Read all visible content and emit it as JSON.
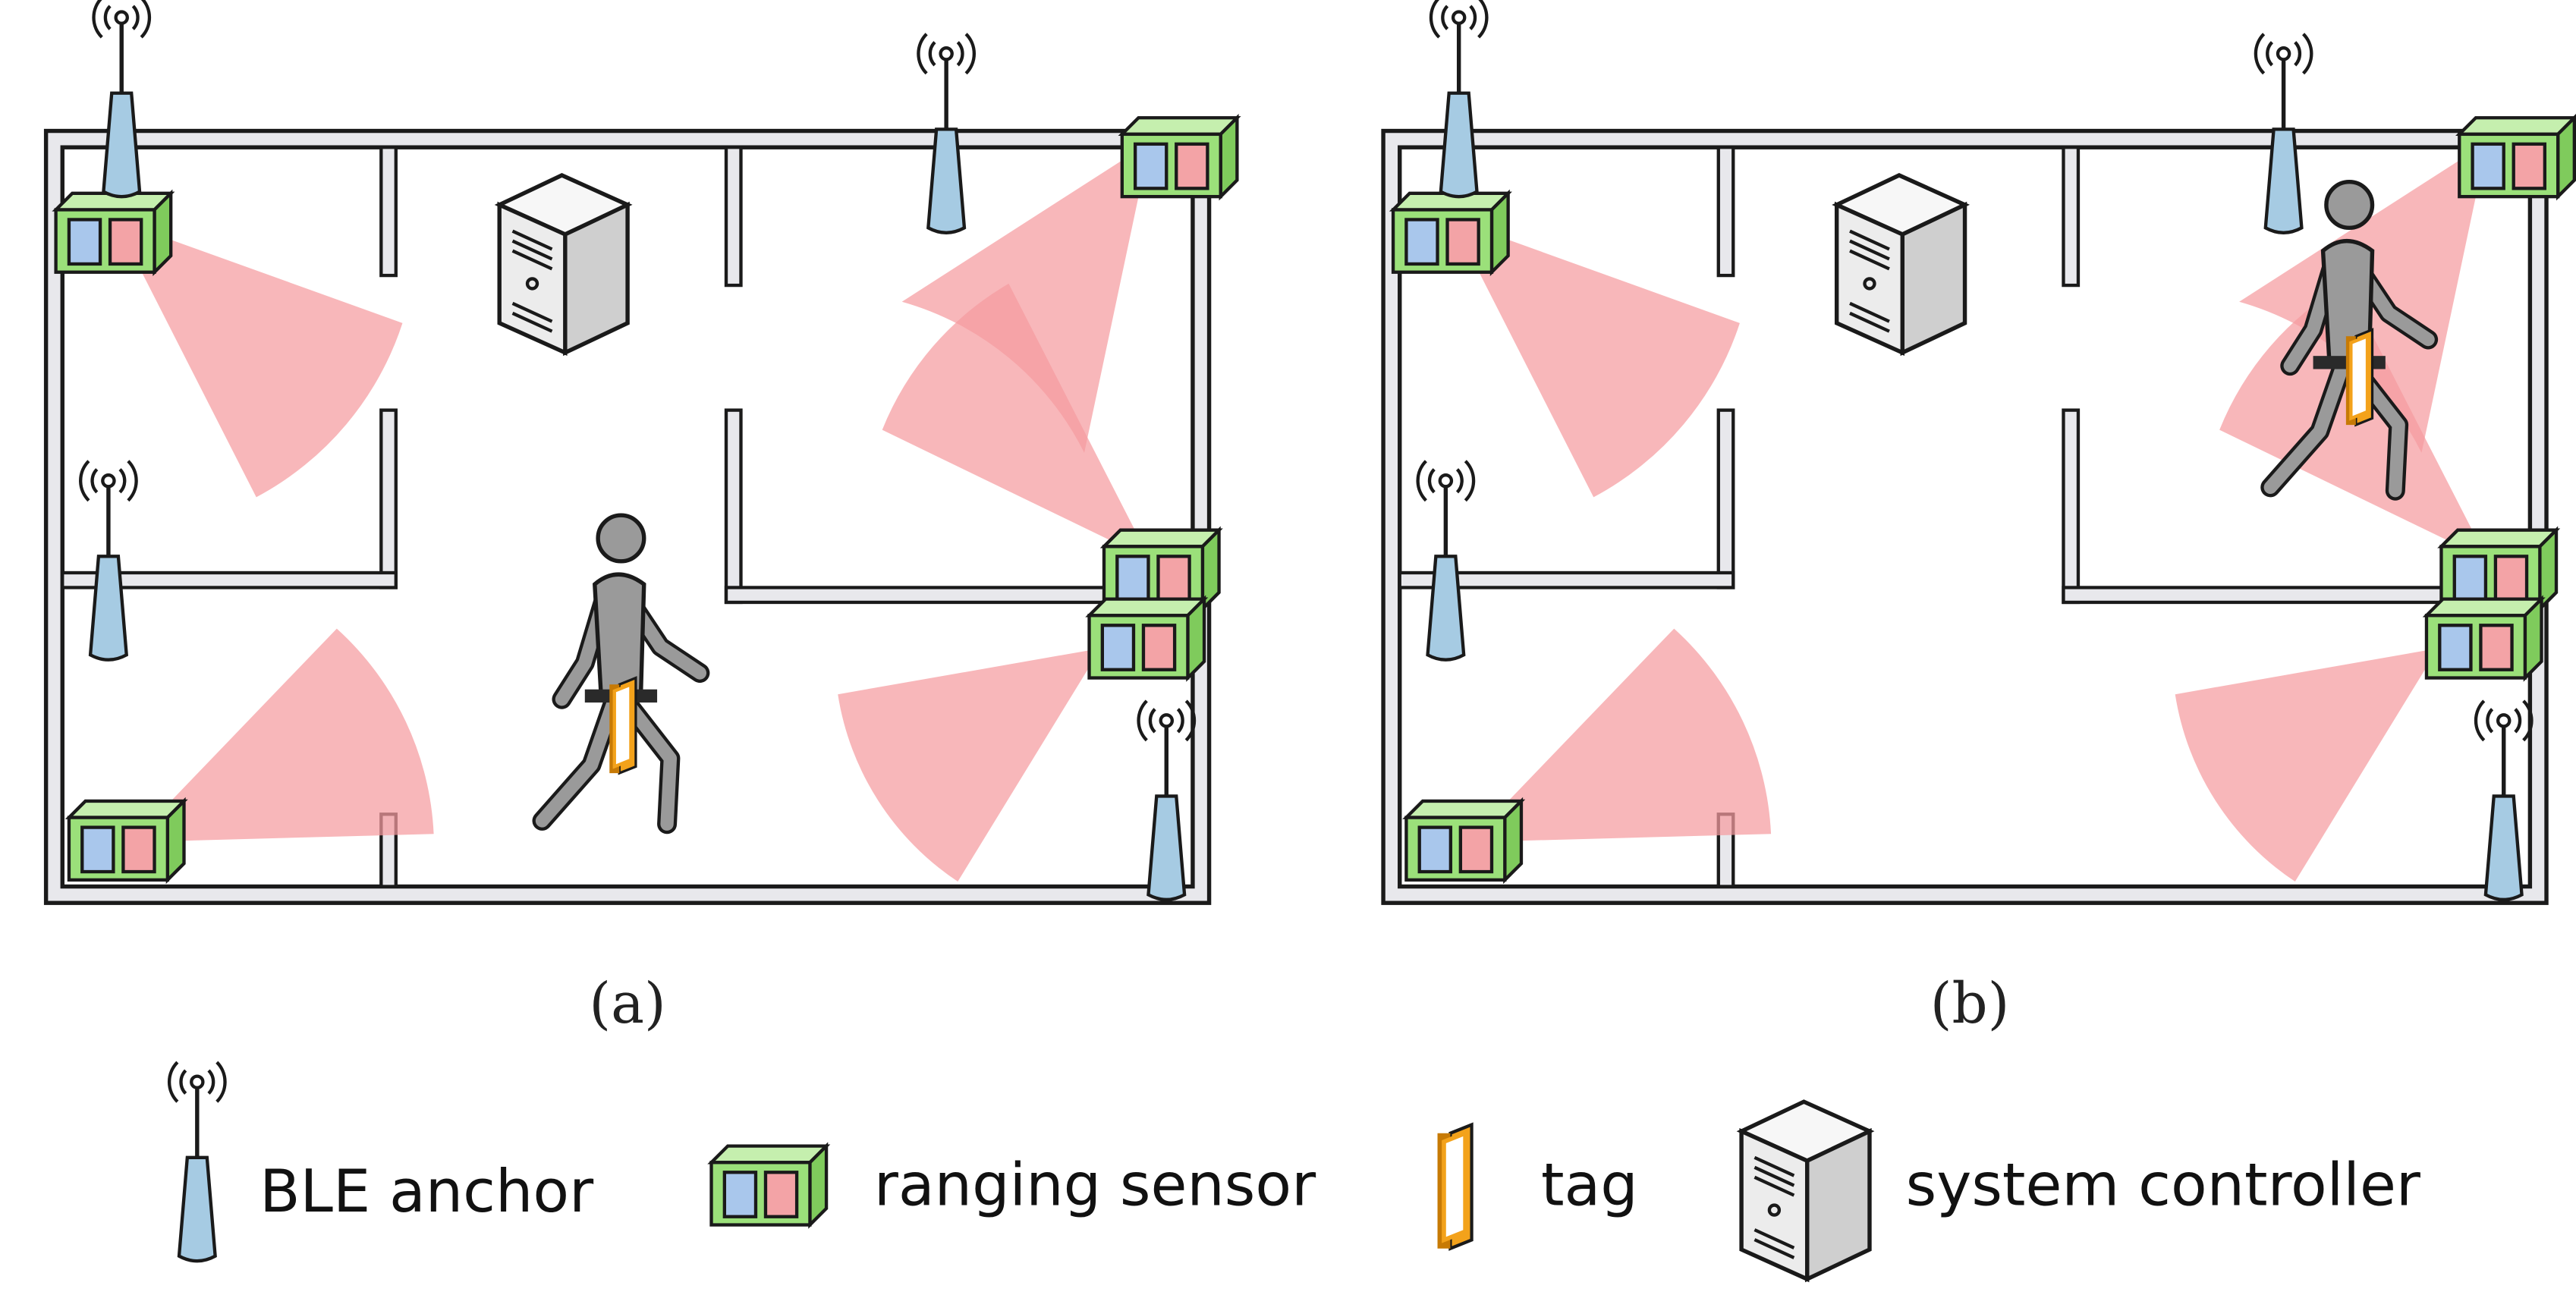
{
  "panels": [
    {
      "caption": "(a)"
    },
    {
      "caption": "(b)"
    }
  ],
  "legend": {
    "anchor_label": "BLE anchor",
    "sensor_label": "ranging sensor",
    "tag_label": "tag",
    "controller_label": "system controller"
  },
  "icons": {
    "anchor": "ble-anchor-icon",
    "sensor": "ranging-sensor-icon",
    "tag": "tag-icon",
    "controller": "system-controller-icon",
    "person": "person-icon"
  },
  "colors": {
    "wall_fill": "#e8e8ec",
    "wall_stroke": "#1a1a1a",
    "sensor_box": "#9be07a",
    "sensor_left_window": "#a9c7ec",
    "sensor_right_window": "#f3a3a6",
    "sensor_fov": "#f59b9f",
    "anchor": "#a6cbe3",
    "tag": "#f3a21b",
    "person": "#9a9a9a"
  }
}
